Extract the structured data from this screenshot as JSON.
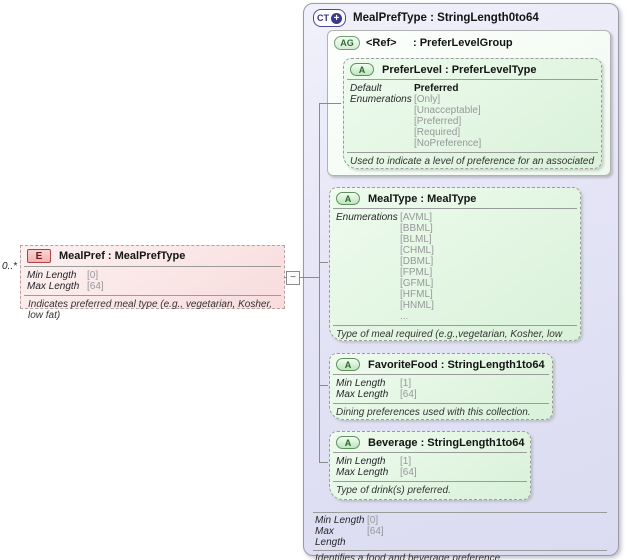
{
  "colors": {
    "ct_fill": "#e4e4f6",
    "ct_border": "#9a9aa6",
    "ag_fill": "#eef8ee",
    "attr_fill": "#d9f1d9",
    "attr_border": "#9c9c9c",
    "elem_border": "#b7a0a0",
    "badge_ct": "#39398e",
    "badge_a_border": "#5e915e",
    "badge_e_border": "#aa4444",
    "value_gray": "#97979b",
    "wire": "#8b8b8b"
  },
  "element": {
    "badge": "E",
    "title": "MealPref : MealPrefType",
    "multiplicity": "0..*",
    "facets": [
      {
        "label": "Min Length",
        "values": [
          "[0]"
        ]
      },
      {
        "label": "Max Length",
        "values": [
          "[64]"
        ]
      }
    ],
    "note": "Indicates preferred meal type (e.g., vegetarian, Kosher, low fat)"
  },
  "connector": {
    "collapse_glyph": "−"
  },
  "complex_type": {
    "badge": "CT",
    "plus_glyph": "+",
    "title": "MealPrefType : StringLength0to64",
    "attribute_group": {
      "badge": "AG",
      "ref_label": "<Ref>",
      "title": ": PreferLevelGroup"
    },
    "attributes": {
      "preferLevel": {
        "badge": "A",
        "title": "PreferLevel : PreferLevelType",
        "rows": [
          {
            "label": "Default",
            "values": [
              "Preferred"
            ],
            "strong": true
          },
          {
            "label": "Enumerations",
            "values": [
              "[Only]",
              "[Unacceptable]",
              "[Preferred]",
              "[Required]",
              "[NoPreference]"
            ]
          }
        ],
        "note": "Used to indicate a level of preference for an associated item."
      },
      "mealType": {
        "badge": "A",
        "title": "MealType : MealType",
        "rows": [
          {
            "label": "Enumerations",
            "values": [
              "[AVML]",
              "[BBML]",
              "[BLML]",
              "[CHML]",
              "[DBML]",
              "[FPML]",
              "[GFML]",
              "[HFML]",
              "[HNML]",
              "..."
            ]
          }
        ],
        "note": "Type of meal required (e.g.,vegetarian, Kosher, low fat, etc.)"
      },
      "favoriteFood": {
        "badge": "A",
        "title": "FavoriteFood : StringLength1to64",
        "rows": [
          {
            "label": "Min Length",
            "values": [
              "[1]"
            ]
          },
          {
            "label": "Max Length",
            "values": [
              "[64]"
            ]
          }
        ],
        "note": "Dining preferences used with this collection."
      },
      "beverage": {
        "badge": "A",
        "title": "Beverage : StringLength1to64",
        "rows": [
          {
            "label": "Min Length",
            "values": [
              "[1]"
            ]
          },
          {
            "label": "Max Length",
            "values": [
              "[64]"
            ]
          }
        ],
        "note": "Type of drink(s) preferred."
      }
    },
    "facets": [
      {
        "label": "Min Length",
        "values": [
          "[0]"
        ]
      },
      {
        "label": "Max Length",
        "values": [
          "[64]"
        ]
      }
    ],
    "note": "Identifies a food and beverage preference."
  }
}
